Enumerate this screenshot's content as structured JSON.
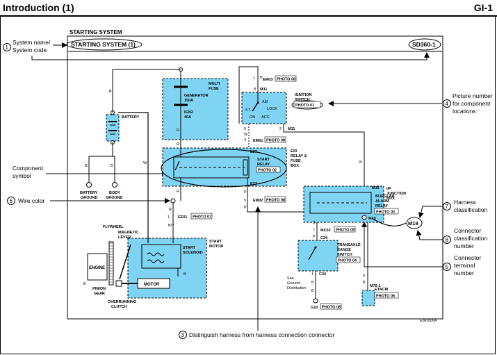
{
  "header": {
    "title": "Introduction (1)",
    "page": "GI-1"
  },
  "diagram": {
    "section_label": "STARTING SYSTEM",
    "system_name": "STARTING SYSTEM (1)",
    "system_code": "SD360-1",
    "ref_code": "E2R0306A",
    "callouts": {
      "c1_num": "1",
      "c1_line1": "System name/",
      "c1_line2": "System code",
      "c2_line1": "Component",
      "c2_line2": "symbol",
      "c6_num": "6",
      "c6_text": "Wire color",
      "c3_num": "3",
      "c3_text": "Distinguish harness from harness connection connector",
      "c4_num": "4",
      "c4_line1": "Picture number",
      "c4_line2": "for component",
      "c4_line3": "locations",
      "c7_num": "7",
      "c7_line1": "Harness",
      "c7_line2": "classification",
      "c8_num": "8",
      "c8_line1": "Connector",
      "c8_line2": "classification",
      "c8_line3": "number",
      "c5_num": "5",
      "c5_line1": "Connector",
      "c5_line2": "terminal",
      "c5_line3": "number"
    },
    "components": {
      "multi_fuse_1": "MULTI",
      "multi_fuse_2": "FUSE",
      "generator_1": "GENERATOR",
      "generator_2": "150A",
      "ign2_1": "IGN2",
      "ign2_2": "40A",
      "battery": "BATTERY",
      "battery_ground_1": "BATTERY",
      "battery_ground_2": "GROUND",
      "body_ground_1": "BODY",
      "body_ground_2": "GROUND",
      "ign_switch_1": "IGNITION",
      "ign_switch_2": "SWITCH",
      "ign_photo": "PHOTO 01",
      "sw_am": "AM",
      "sw_st": "ST",
      "sw_lock": "LOCK",
      "sw_on": "ON",
      "sw_acc": "ACC",
      "start_relay_1": "START",
      "start_relay_2": "RELAY",
      "relay_photo": "PHOTO 02",
      "er_box_1": "E/R",
      "er_box_2": "RELAY &",
      "er_box_3": "FUSE",
      "er_box_4": "BOX",
      "ip_box_1": "I/P",
      "ip_box_2": "JUNCTION",
      "ip_box_3": "BOX",
      "burglar_1": "BURGLAR",
      "burglar_2": "ALARM",
      "burglar_3": "RELAY",
      "burglar_photo": "PHOTO 03",
      "transaxle_1": "TRANSAXLE",
      "transaxle_2": "RANGE",
      "transaxle_3": "SWITCH",
      "transaxle_photo": "PHOTO 04",
      "etacm": "ETACM",
      "etacm_photo": "PHOTO 06",
      "start_motor_1": "START",
      "start_motor_2": "MOTOR",
      "start_solenoid_1": "START",
      "start_solenoid_2": "SOLENOID",
      "motor": "MOTOR",
      "engine": "ENGINE",
      "flywheel": "FLYWHEEL",
      "magnetic_1": "MAGNETIC",
      "magnetic_2": "LEVER",
      "pinion_1": "PINION",
      "pinion_2": "GEAR",
      "overrunning_1": "OVERRUNNING",
      "overrunning_2": "CLUTCH",
      "see_ground_1": "See",
      "see_ground_2": "Ground",
      "see_ground_3": "Distribution",
      "g10": "G10",
      "g10_photo": "PHOTO 08",
      "m19_bubble": "M19"
    },
    "connectors": {
      "em03": "EM03",
      "em03_photo": "PHOTO 08",
      "m11_top": "M11",
      "m11_mid": "M11",
      "em01": "EM01",
      "em01_photo": "PHOTO 08",
      "e27_top": "E27",
      "e27_bot": "E27",
      "em02": "EM02",
      "em02_photo": "PHOTO 08",
      "ee01": "EE01",
      "ee01_photo": "PHOTO 07",
      "m19": "M19",
      "m10": "M10",
      "mc02": "MC02",
      "mc02_photo": "PHOTO 09",
      "c34_top": "C34",
      "c34_bot": "C34",
      "m70": "M70-1"
    },
    "wires": {
      "w_b1": "B",
      "w_b2": "B",
      "w_b3": "B",
      "w_b4": "B",
      "w_w1": "W",
      "w_r1": "R",
      "w_r2": "R",
      "w_r3": "R",
      "w_r4": "R",
      "w_b_top": "B",
      "w_w2": "W",
      "w_b5": "B",
      "w_p1": "P",
      "w_p2": "P",
      "w_by": "B/Y",
      "w_b6": "B",
      "w_b7": "B",
      "w_b8": "B",
      "w_p3": "P",
      "w_b9": "B"
    },
    "pins": {
      "p1a": "1",
      "p8": "8",
      "p5": "5",
      "p4": "4",
      "p2a": "2",
      "p5b": "5",
      "p6": "6",
      "p3": "3",
      "p1b": "1",
      "p7": "7",
      "p1c": "1"
    }
  }
}
